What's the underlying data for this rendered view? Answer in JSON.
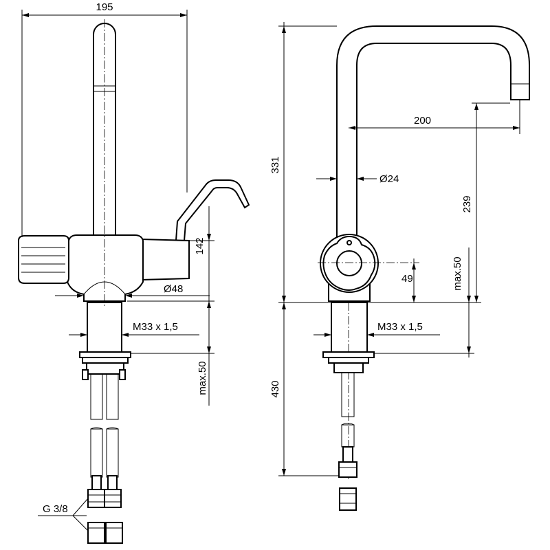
{
  "left_view": {
    "dim_width": "195",
    "dim_height_lever": "142",
    "dim_base_diameter": "Ø48",
    "dim_thread": "M33 x 1,5",
    "dim_max_clamp": "max.50",
    "dim_connection": "G 3/8"
  },
  "right_view": {
    "dim_total_height": "331",
    "dim_reach": "200",
    "dim_spout_diameter": "Ø24",
    "dim_spout_height": "239",
    "dim_handle_center": "49",
    "dim_max_deck": "max.50",
    "dim_thread": "M33 x 1,5",
    "dim_hose_length": "430"
  },
  "colors": {
    "line": "#000000",
    "background": "#ffffff"
  }
}
